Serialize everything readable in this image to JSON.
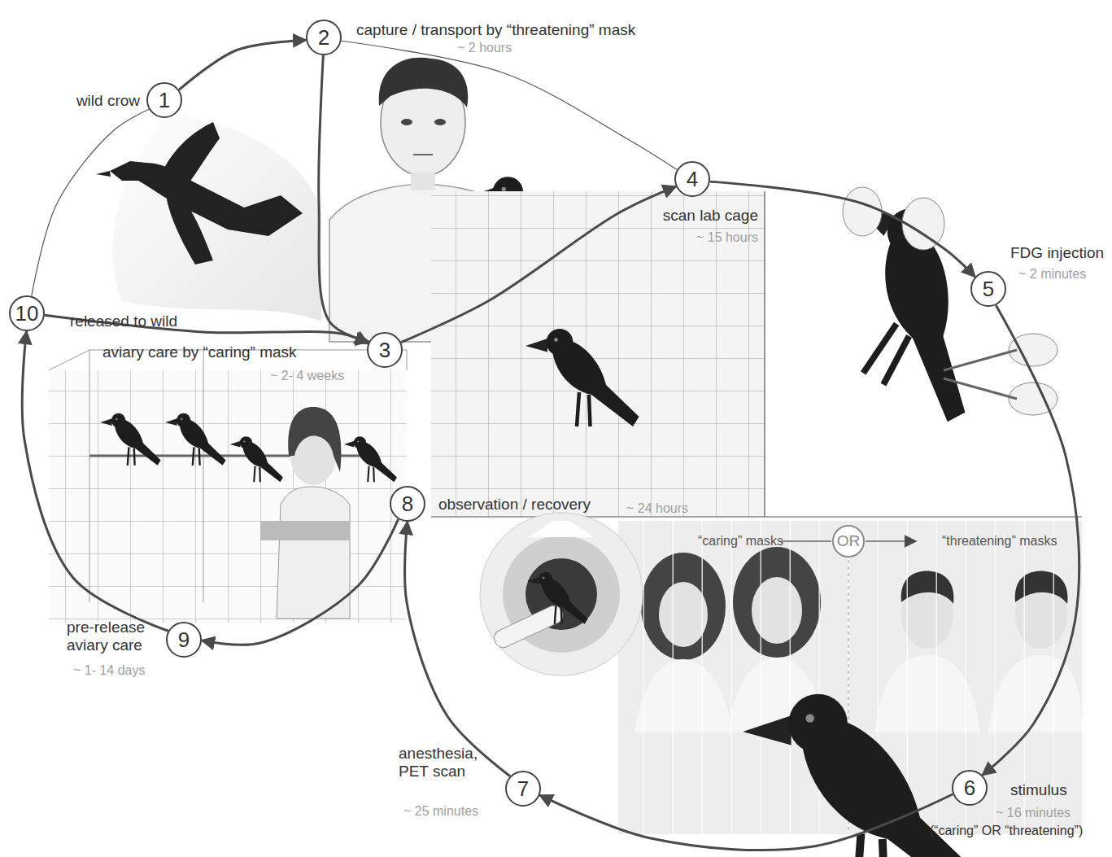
{
  "diagram": {
    "nodes": [
      {
        "text": [
          "1",
          "wild crow"
        ]
      },
      {
        "text": [
          "2",
          "capture / transport by “threatening” mask",
          "~ 2 hours"
        ]
      },
      {
        "text": [
          "3",
          "aviary care by “caring” mask",
          "~ 2- 4 weeks"
        ]
      },
      {
        "text": [
          "4",
          "scan lab cage",
          "~ 15 hours"
        ]
      },
      {
        "text": [
          "5",
          "FDG injection",
          "~ 2 minutes"
        ]
      },
      {
        "text": [
          "6",
          "stimulus",
          "~ 16 minutes",
          "(“caring” OR “threatening”)"
        ]
      },
      {
        "text": [
          "7",
          "anesthesia, PET scan",
          "~ 25 minutes"
        ]
      },
      {
        "text": [
          "8",
          "observation / recovery",
          "~ 24 hours"
        ]
      },
      {
        "text": [
          "9",
          "pre-release aviary care",
          "~ 1- 14 days"
        ]
      },
      {
        "text": [
          "10",
          "released to wild"
        ]
      },
      {
        "text": [
          "OR"
        ]
      }
    ],
    "edges": [
      {
        "from": 9,
        "to": 0,
        "arrow": "none"
      },
      {
        "from": 0,
        "to": 1,
        "arrow": "to"
      },
      {
        "from": 1,
        "to": 2,
        "arrow": "to"
      },
      {
        "from": 1,
        "to": 3,
        "arrow": "none"
      },
      {
        "from": 9,
        "to": 2,
        "arrow": "to"
      },
      {
        "from": 2,
        "to": 3,
        "arrow": "to"
      },
      {
        "from": 3,
        "to": 4,
        "arrow": "to"
      },
      {
        "from": 4,
        "to": 5,
        "arrow": "to"
      },
      {
        "from": 5,
        "to": 6,
        "arrow": "to"
      },
      {
        "from": 6,
        "to": 7,
        "arrow": "to"
      },
      {
        "from": 7,
        "to": 8,
        "arrow": "to"
      },
      {
        "from": 8,
        "to": 9,
        "arrow": "to"
      }
    ],
    "labels": [
      "“caring” masks",
      "“threatening” masks"
    ]
  }
}
